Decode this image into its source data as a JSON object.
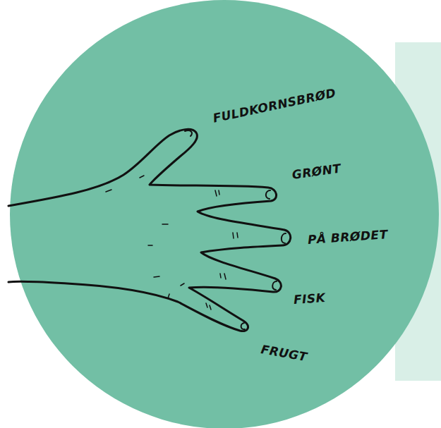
{
  "diagram": {
    "labels": [
      "FULDKORNSBRØD",
      "GRØNT",
      "PÅ BRØDET",
      "FISK",
      "FRUGT"
    ]
  }
}
